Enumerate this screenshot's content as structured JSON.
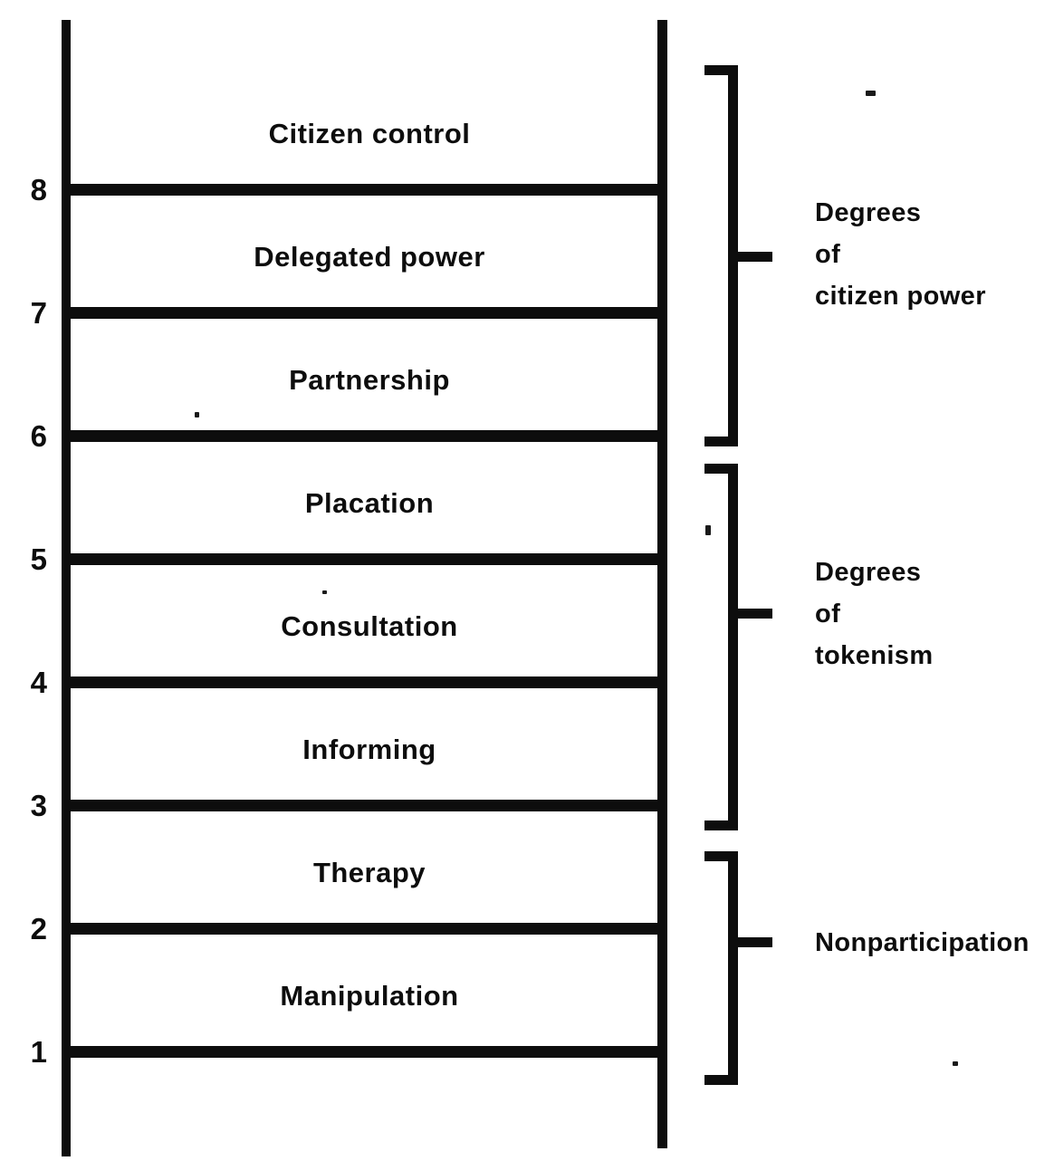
{
  "ladder": {
    "rungs": [
      {
        "number": "8",
        "label": "Citizen control"
      },
      {
        "number": "7",
        "label": "Delegated power"
      },
      {
        "number": "6",
        "label": "Partnership"
      },
      {
        "number": "5",
        "label": "Placation"
      },
      {
        "number": "4",
        "label": "Consultation"
      },
      {
        "number": "3",
        "label": "Informing"
      },
      {
        "number": "2",
        "label": "Therapy"
      },
      {
        "number": "1",
        "label": "Manipulation"
      }
    ]
  },
  "brackets": [
    {
      "lines": [
        "Degrees",
        "of",
        "citizen power"
      ]
    },
    {
      "lines": [
        "Degrees",
        "of",
        "tokenism"
      ]
    },
    {
      "lines": [
        "Nonparticipation"
      ]
    }
  ],
  "colors": {
    "ink": "#0d0d0d",
    "paper": "#ffffff"
  }
}
